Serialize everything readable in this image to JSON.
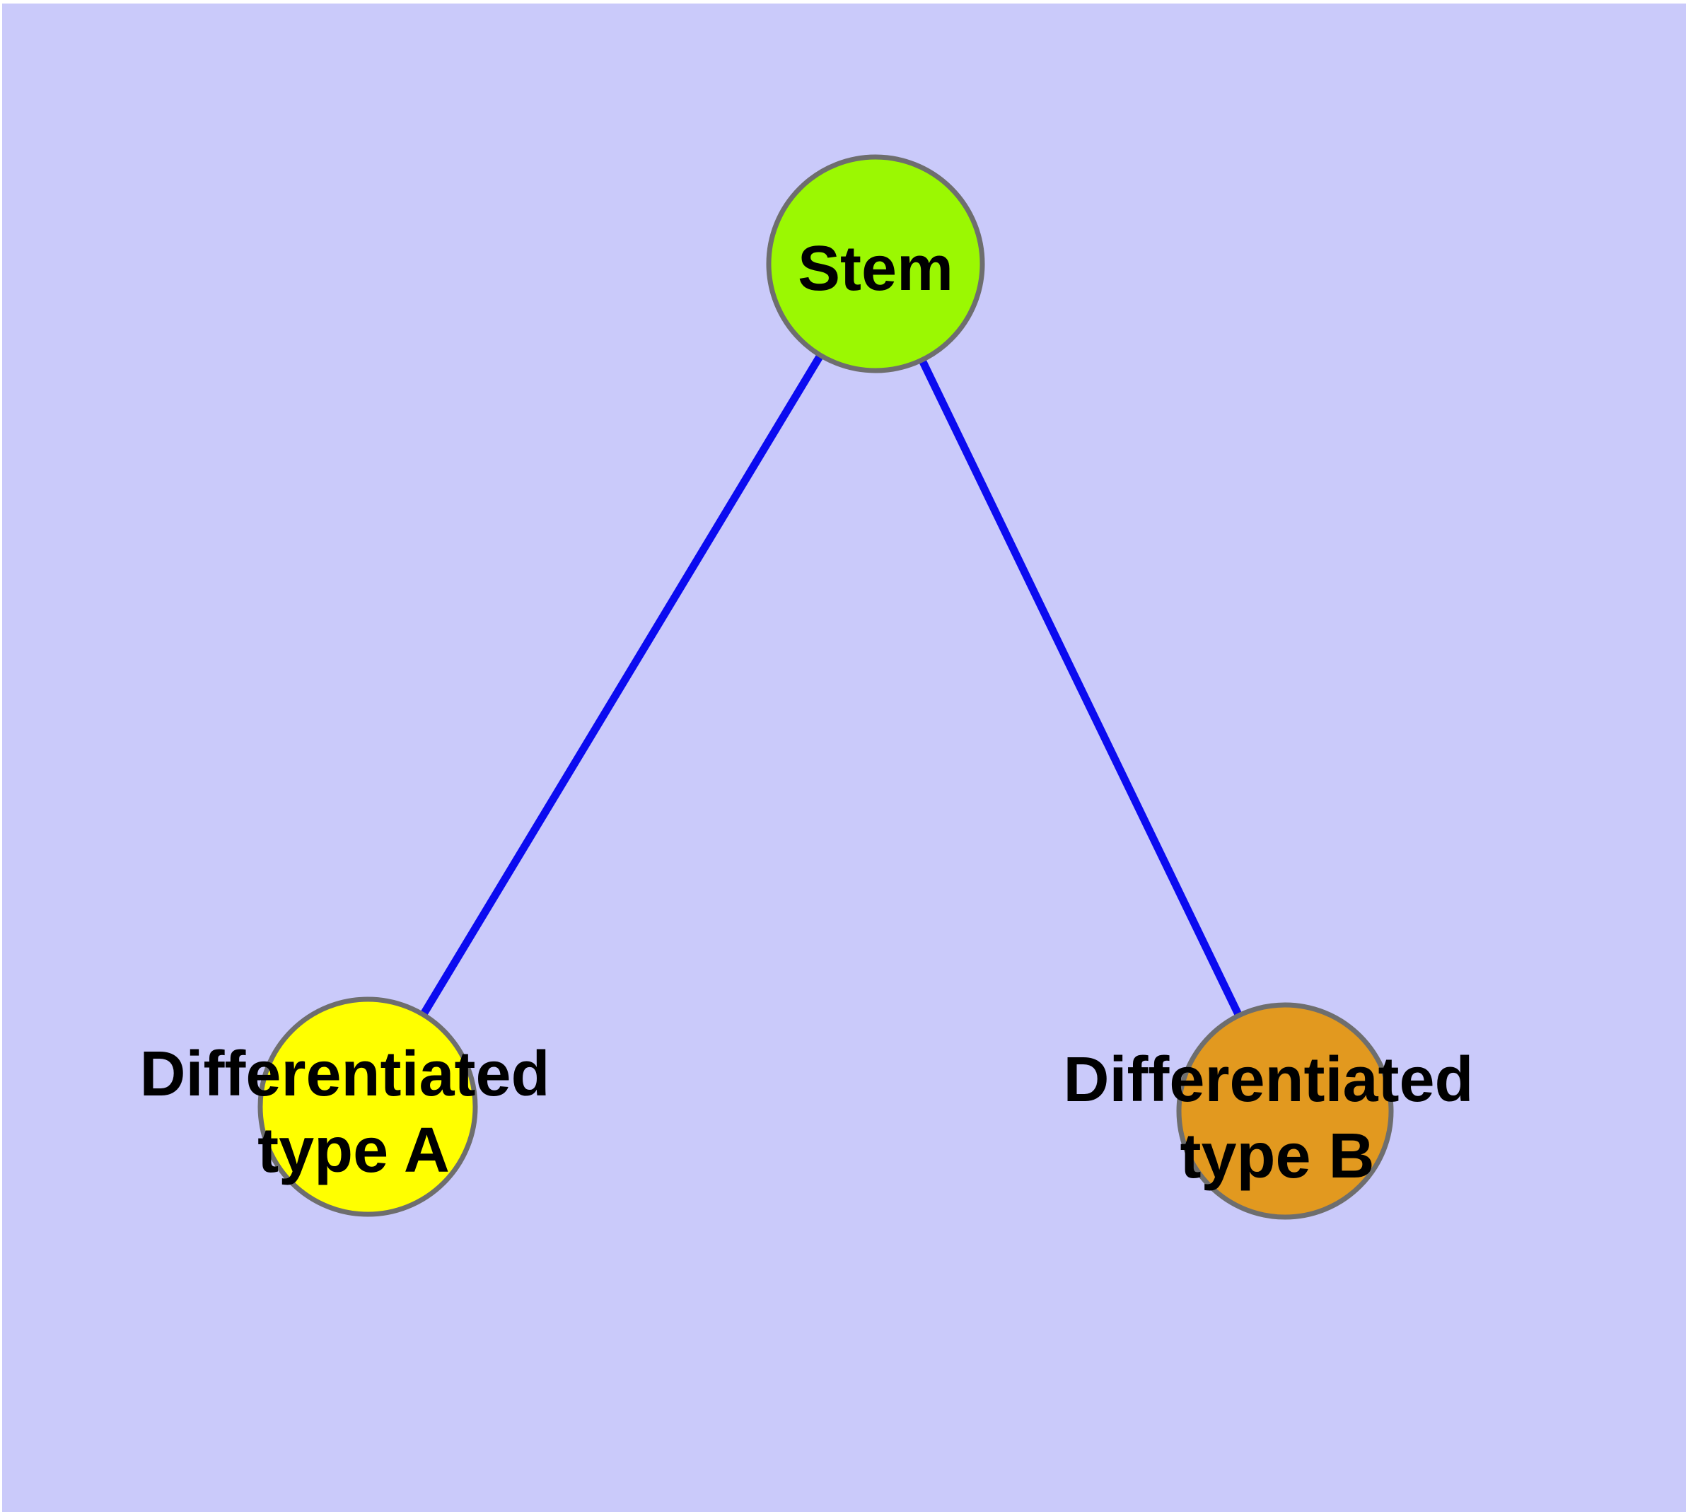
{
  "canvas": {
    "margin_color": "#FFFFFF",
    "background": "#CACAFA"
  },
  "graph": {
    "edge_color": "#0B0BF0",
    "edge_width": 11,
    "node_border_color": "#6E6E6E",
    "node_border_width": 7,
    "label_color": "#000000",
    "nodes": {
      "stem": {
        "label": "Stem",
        "fill": "#9BF802"
      },
      "type_a": {
        "label_line1": "Differentiated",
        "label_line2": "type A",
        "fill": "#FFFF00"
      },
      "type_b": {
        "label_line1": "Differentiated",
        "label_line2": "type B",
        "fill": "#E2991F"
      }
    },
    "edges": [
      {
        "from": "Stem",
        "to": "Differentiated type A"
      },
      {
        "from": "Stem",
        "to": "Differentiated type B"
      }
    ]
  }
}
